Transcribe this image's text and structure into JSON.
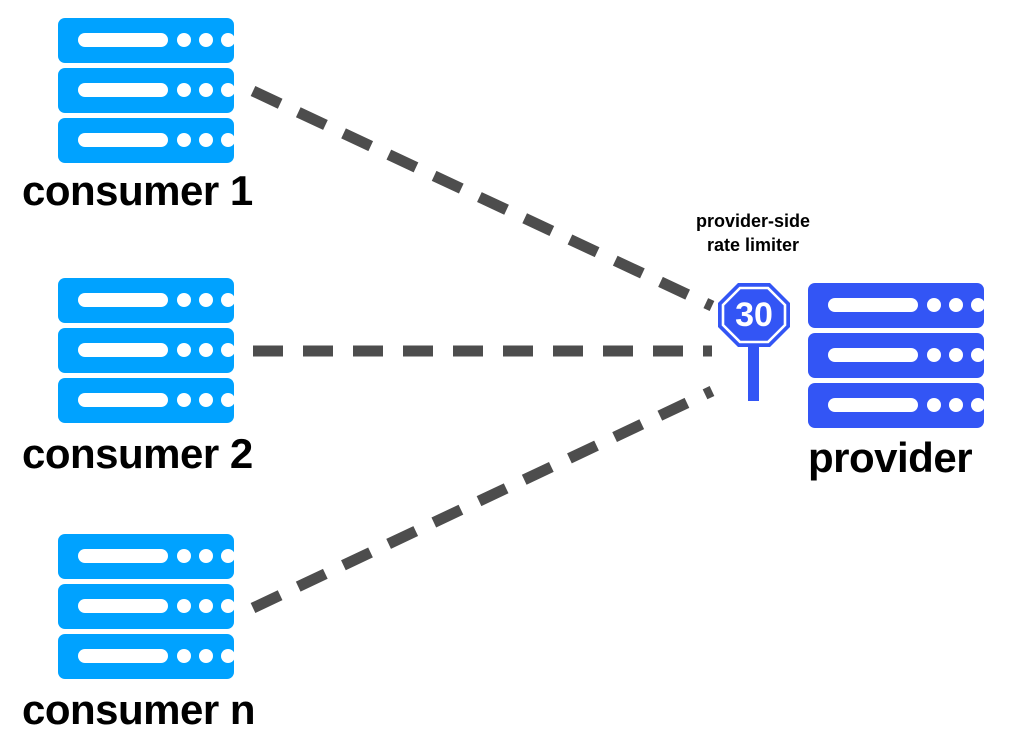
{
  "diagram": {
    "title": "provider-side rate limiter topology",
    "background_color": "#ffffff",
    "consumer_color": "#00A2FF",
    "provider_color": "#3355F5",
    "link_color": "#4D4D4D",
    "label_color": "#000000"
  },
  "consumers": [
    {
      "id": "consumer-1",
      "label": "consumer 1",
      "icon": "server-stack-icon",
      "color": "#00A2FF"
    },
    {
      "id": "consumer-2",
      "label": "consumer 2",
      "icon": "server-stack-icon",
      "color": "#00A2FF"
    },
    {
      "id": "consumer-n",
      "label": "consumer n",
      "icon": "server-stack-icon",
      "color": "#00A2FF"
    }
  ],
  "provider": {
    "id": "provider",
    "label": "provider",
    "icon": "server-stack-icon",
    "color": "#3355F5"
  },
  "rate_limiter": {
    "id": "provider-side-rate-limiter",
    "icon": "octagon-sign-icon",
    "caption_line_1": "provider-side",
    "caption_line_2": "rate limiter",
    "limit_value": "30",
    "sign_color": "#3355F5",
    "sign_text_color": "#ffffff"
  },
  "links": [
    {
      "id": "link-consumer-1",
      "from": "consumer 1",
      "to": "provider-side rate limiter",
      "style": "dashed",
      "color": "#4D4D4D"
    },
    {
      "id": "link-consumer-2",
      "from": "consumer 2",
      "to": "provider-side rate limiter",
      "style": "dashed",
      "color": "#4D4D4D"
    },
    {
      "id": "link-consumer-n",
      "from": "consumer n",
      "to": "provider-side rate limiter",
      "style": "dashed",
      "color": "#4D4D4D"
    }
  ]
}
